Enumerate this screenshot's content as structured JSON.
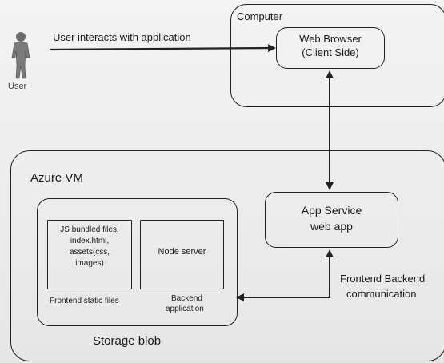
{
  "user": {
    "label": "User",
    "icon": "user-icon",
    "action_label": "User interacts with application"
  },
  "computer": {
    "title": "Computer",
    "browser_line1": "Web Browser",
    "browser_line2": "(Client Side)"
  },
  "azure_vm": {
    "title": "Azure VM",
    "app_service_line1": "App Service",
    "app_service_line2": "web app",
    "communication_line1": "Frontend Backend",
    "communication_line2": "communication",
    "storage_blob": {
      "title": "Storage blob",
      "frontend_box_lines": [
        "JS bundled files,",
        "index.html,",
        "assets(css,",
        "images)"
      ],
      "frontend_caption": "Frontend static files",
      "backend_box_text": "Node server",
      "backend_caption_line1": "Backend",
      "backend_caption_line2": "application"
    }
  },
  "colors": {
    "ink": "#1a1a1a",
    "line": "#222222",
    "background": "#eeeeee"
  }
}
